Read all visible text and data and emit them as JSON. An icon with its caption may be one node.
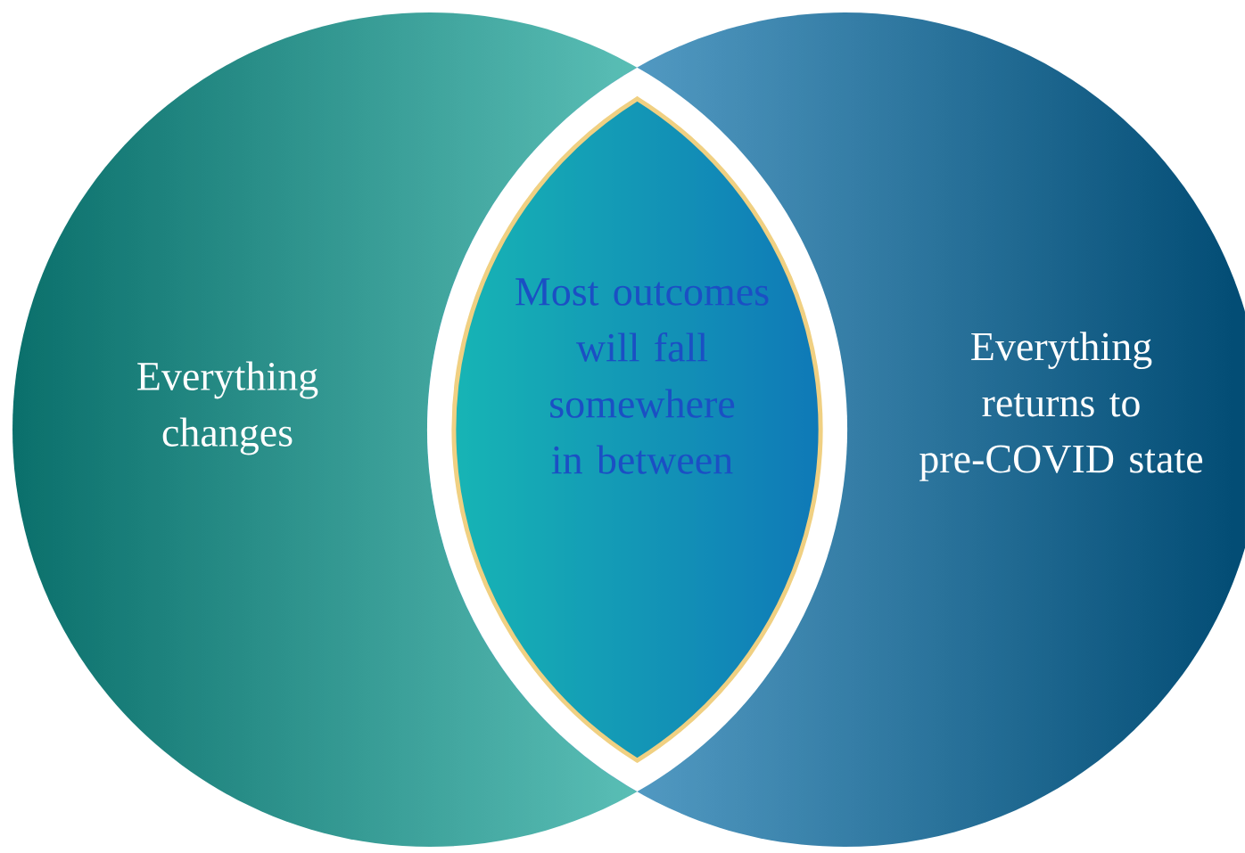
{
  "diagram": {
    "nodes": [
      {
        "text": [
          "Everything changes"
        ]
      },
      {
        "text": [
          "Everything returns to pre-COVID state"
        ]
      },
      {
        "text": [
          "Most outcomes will fall somewhere in between"
        ]
      }
    ]
  }
}
